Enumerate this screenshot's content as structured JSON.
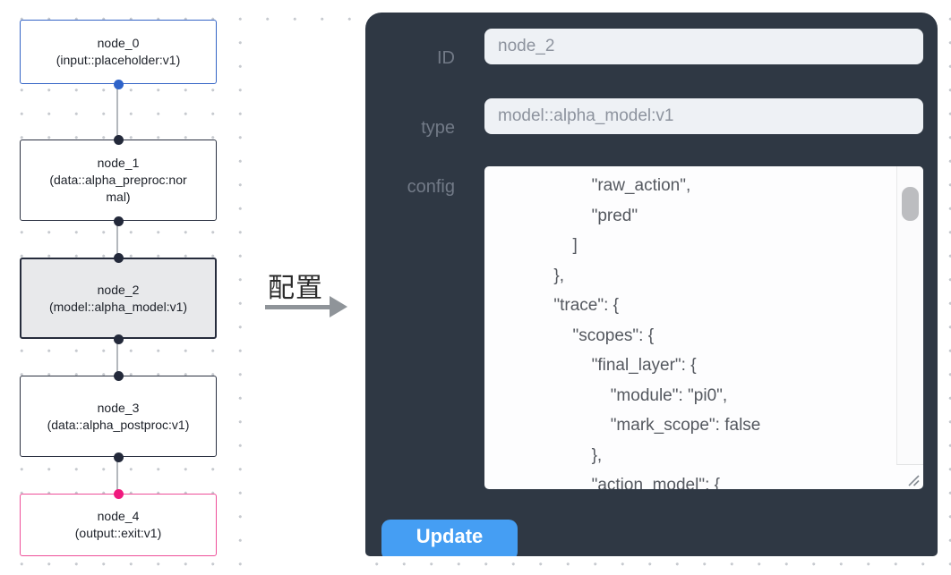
{
  "canvas": {
    "nodes": [
      {
        "id": "node_0",
        "label": "node_0",
        "type_label": "(input::placeholder:v1)",
        "border_color": "#3565c6",
        "selected": false
      },
      {
        "id": "node_1",
        "label": "node_1",
        "type_label": "(data::alpha_preproc:normal)",
        "border_color": "#2a3040",
        "selected": false
      },
      {
        "id": "node_2",
        "label": "node_2",
        "type_label": "(model::alpha_model:v1)",
        "border_color": "#262c3c",
        "selected": true,
        "selected_bg": "#e8e9eb"
      },
      {
        "id": "node_3",
        "label": "node_3",
        "type_label": "(data::alpha_postproc:v1)",
        "border_color": "#2a3040",
        "selected": false
      },
      {
        "id": "node_4",
        "label": "node_4",
        "type_label": "(output::exit:v1)",
        "border_color": "#ee4f99",
        "selected": false
      }
    ],
    "port_colors": {
      "source_node_0": "#2e63c9",
      "target_node_4": "#f0197e",
      "default": "#23293a"
    }
  },
  "annotation": {
    "label": "配置",
    "arrow_color": "#8f9499"
  },
  "panel": {
    "bg_color": "#2f3844",
    "fields": [
      {
        "label": "ID",
        "value": "node_2"
      },
      {
        "label": "type",
        "value": "model::alpha_model:v1"
      }
    ],
    "config_label": "config",
    "config_code": "                    \"raw_action\",\n                    \"pred\"\n                ]\n            },\n            \"trace\": {\n                \"scopes\": {\n                    \"final_layer\": {\n                        \"module\": \"pi0\",\n                        \"mark_scope\": false\n                    },\n                    \"action_model\": {",
    "update_label": "Update",
    "update_color": "#459ef3"
  }
}
